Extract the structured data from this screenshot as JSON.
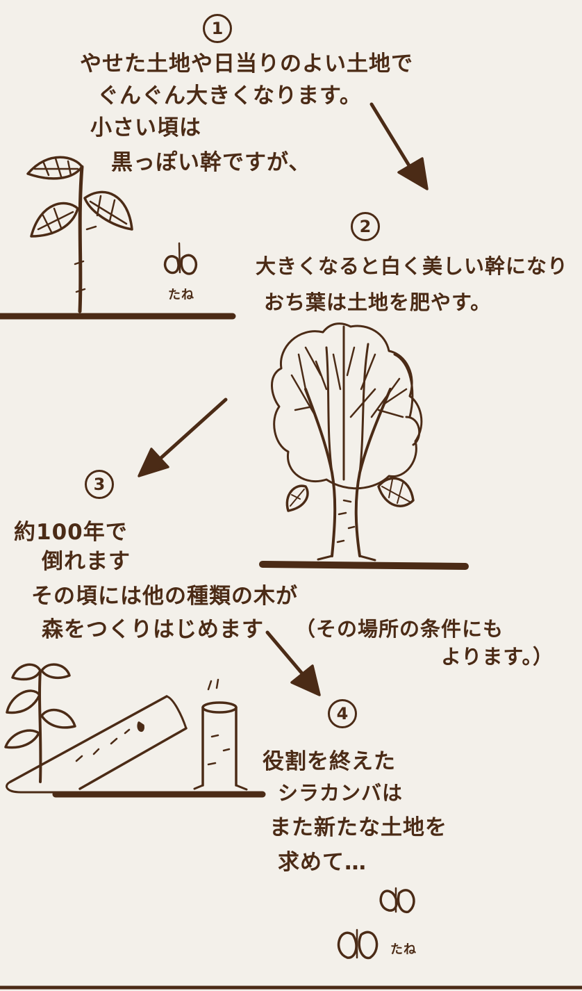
{
  "steps": [
    {
      "number": "1",
      "lines": [
        "やせた土地や日当りのよい土地で",
        "ぐんぐん大きくなります。",
        "小さい頃は",
        "黒っぽい幹ですが、"
      ]
    },
    {
      "number": "2",
      "lines": [
        "大きくなると白く美しい幹になり",
        "おち葉は土地を肥やす。"
      ]
    },
    {
      "number": "3",
      "lines": [
        "約100年で",
        "倒れます",
        "その頃には他の種類の木が",
        "森をつくりはじめます"
      ]
    },
    {
      "number": "4",
      "lines": [
        "役割を終えた",
        "シラカンバは",
        "また新たな土地を",
        "求めて…"
      ]
    }
  ],
  "note": [
    "（その場所の条件にも",
    "よります。）"
  ],
  "seed_labels": [
    "たね",
    "たね"
  ],
  "colors": {
    "ink": "#4b2b16",
    "paper": "#f3f0ea"
  }
}
